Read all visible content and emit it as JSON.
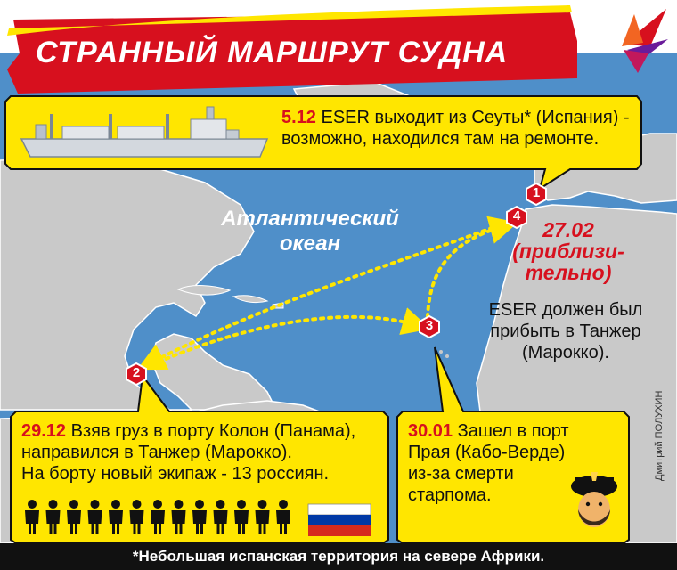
{
  "title": "СТРАННЫЙ МАРШРУТ СУДНА",
  "ocean_label": [
    "Атлантический",
    "океан"
  ],
  "events": [
    {
      "id": "1",
      "date": "5.12",
      "text_line1": "ESER выходит из Сеуты* (Испания) -",
      "text_line2": "возможно, находился там на ремонте."
    },
    {
      "id": "2",
      "date": "29.12",
      "text_line1": "Взяв груз в порту Колон (Панама),",
      "text_line2": "направился в Танжер (Марокко).",
      "text_line3": "На борту новый экипаж - 13 россиян."
    },
    {
      "id": "3",
      "date": "30.01",
      "text_line1": "Зашел в порт",
      "text_line2": "Прая (Кабо-Верде)",
      "text_line3": "из-за смерти",
      "text_line4": "старпома."
    },
    {
      "id": "4",
      "date": "27.02",
      "date_note": [
        "(приблизи-",
        "тельно)"
      ],
      "text_lines": [
        "ESER должен был",
        "прибыть в Танжер",
        "(Марокко)."
      ]
    }
  ],
  "author": "Дмитрий ПОЛУХИН",
  "footnote": "*Небольшая испанская территория на севере Африки.",
  "crew_count": 13,
  "colors": {
    "ocean": "#4f8fc9",
    "land": "#c9c9c9",
    "callout_yellow": "#ffe600",
    "title_red": "#d7101e",
    "marker_red": "#d7101e",
    "route_yellow": "#ffe600"
  },
  "icons": [
    "ship-icon",
    "russian-flag-icon",
    "captain-icon",
    "crew-person-icon",
    "logo-icon"
  ]
}
